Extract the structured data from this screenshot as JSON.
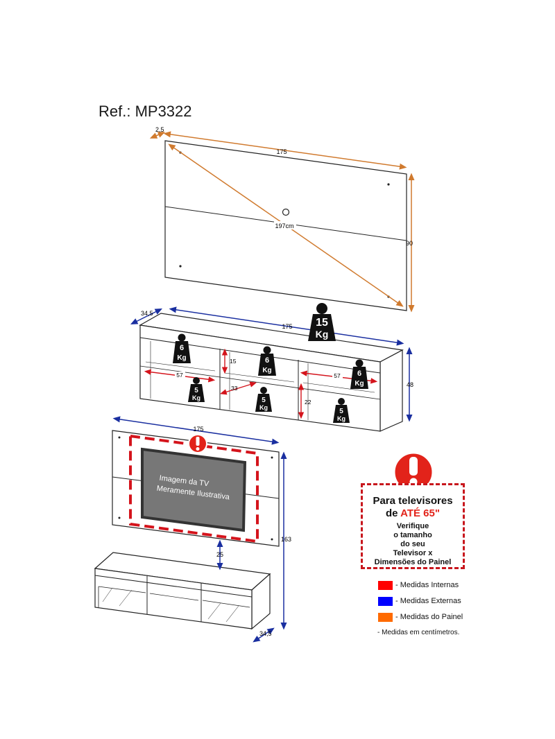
{
  "header": {
    "reference": "Ref.: MP3322"
  },
  "panel": {
    "depth": "2,5",
    "width": "175",
    "height": "90",
    "diagonal": "197cm"
  },
  "rack": {
    "depth": "34,5",
    "width": "175",
    "height": "48",
    "top_load": {
      "value": "15",
      "unit": "Kg"
    },
    "shelf_loads": [
      {
        "value": "6",
        "unit": "Kg"
      },
      {
        "value": "6",
        "unit": "Kg"
      },
      {
        "value": "6",
        "unit": "Kg"
      },
      {
        "value": "5",
        "unit": "Kg"
      },
      {
        "value": "5",
        "unit": "Kg"
      },
      {
        "value": "5",
        "unit": "Kg"
      }
    ],
    "inner": {
      "left_width": "57",
      "right_width": "57",
      "center_upper_height": "15",
      "center_width": "33",
      "right_lower_height": "22"
    }
  },
  "assembly": {
    "width": "175",
    "total_height": "163",
    "gap": "25",
    "depth": "34,5",
    "tv_caption_line1": "Imagem da TV",
    "tv_caption_line2": "Meramente Ilustrativa"
  },
  "notice": {
    "line1": "Para televisores",
    "line2_prefix": "de ",
    "line2_highlight": "ATÉ 65\"",
    "body": [
      "Verifique",
      "o tamanho",
      "do seu",
      "Televisor x",
      "Dimensões do Painel"
    ]
  },
  "legend": {
    "items": [
      {
        "label": "- Medidas Internas",
        "color": "#ff0000"
      },
      {
        "label": "- Medidas Externas",
        "color": "#0000ff"
      },
      {
        "label": "- Medidas do Painel",
        "color": "#ff6a00"
      }
    ],
    "note": "- Medidas em centímetros."
  },
  "colors": {
    "panel": "#d07a2e",
    "external": "#1a2fa0",
    "internal": "#d4141c",
    "warning": "#e2231a"
  }
}
